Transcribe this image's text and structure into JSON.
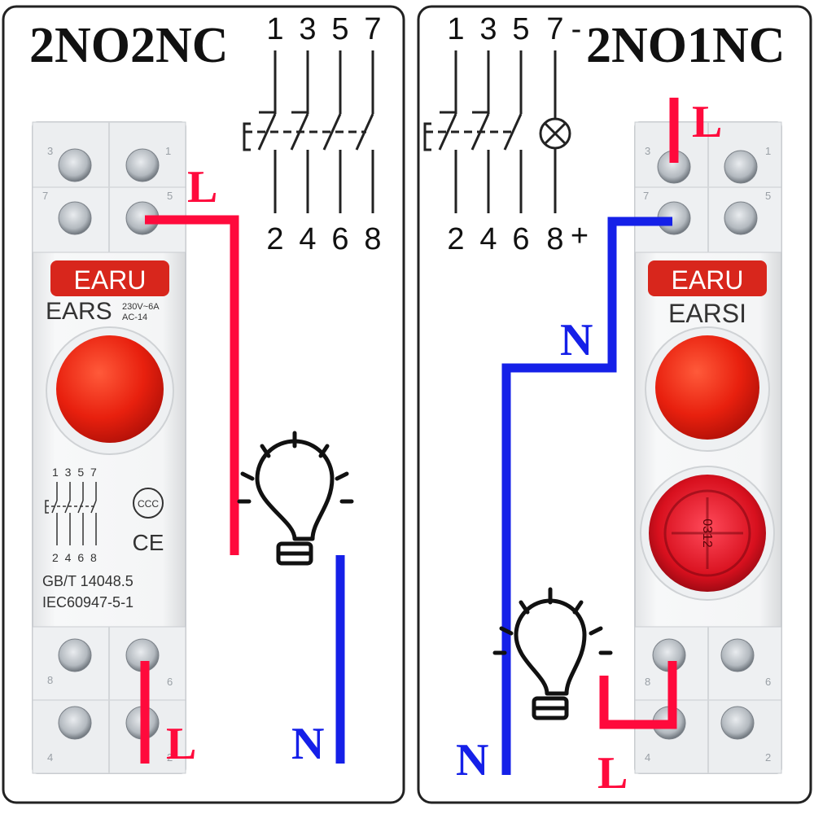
{
  "left_panel": {
    "title": "2NO2NC",
    "schematic": {
      "top_terminals": [
        "1",
        "3",
        "5",
        "7"
      ],
      "bottom_terminals": [
        "2",
        "4",
        "6",
        "8"
      ]
    },
    "device": {
      "brand": "EARU",
      "model": "EARS",
      "rating_line1": "230V~6A",
      "rating_line2": "AC-14",
      "mini_top_terminals": "1 3 5 7",
      "mini_bottom_terminals": "2 4 6 8",
      "ccc_mark": "CCC",
      "ce_mark": "CE",
      "standard_1": "GB/T 14048.5",
      "standard_2": "IEC60947-5-1",
      "screw_numbers_top": [
        "3",
        "1",
        "7",
        "5"
      ],
      "screw_numbers_bottom": [
        "8",
        "6",
        "4",
        "2"
      ]
    },
    "wire_labels": {
      "live_top": "L",
      "live_bottom": "L",
      "neutral": "N"
    },
    "colors": {
      "live": "#ff0a3c",
      "neutral": "#1520e8"
    }
  },
  "right_panel": {
    "title": "2NO1NC",
    "schematic": {
      "top_terminals": [
        "1",
        "3",
        "5",
        "7",
        "-"
      ],
      "bottom_terminals": [
        "2",
        "4",
        "6",
        "8",
        "+"
      ]
    },
    "device": {
      "brand": "EARU",
      "model": "EARSI",
      "lamp_code": "0312",
      "screw_numbers_top": [
        "3",
        "1",
        "7",
        "5"
      ],
      "screw_numbers_bottom": [
        "8",
        "6",
        "4",
        "2"
      ]
    },
    "wire_labels": {
      "live_top": "L",
      "neutral_upper": "N",
      "neutral_lower": "N",
      "live_bottom": "L"
    },
    "colors": {
      "live": "#ff0a3c",
      "neutral": "#1520e8"
    }
  }
}
